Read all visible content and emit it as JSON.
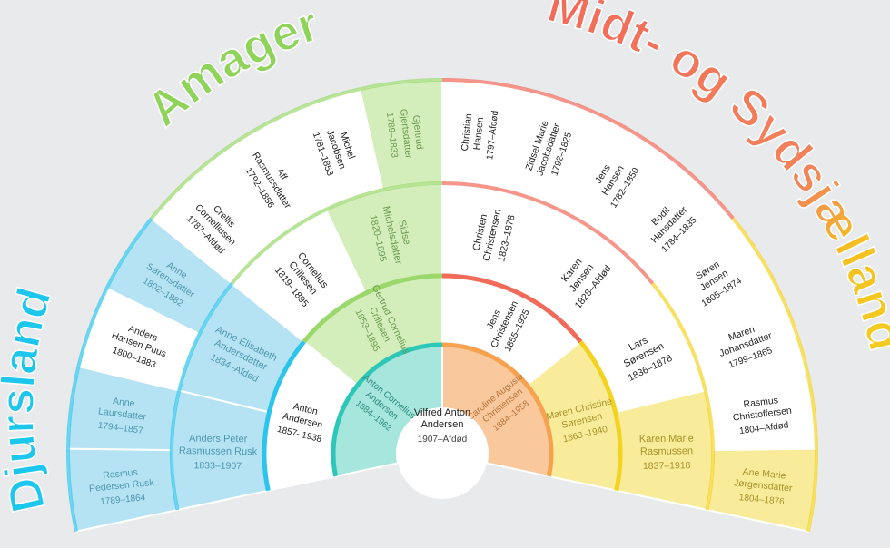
{
  "regions": [
    {
      "label": "Djursland",
      "color": "#1cc6ec"
    },
    {
      "label": "Amager",
      "color": "#8fd35a"
    },
    {
      "label": "Midt- og Sydsjælland",
      "color": "#f26a5a"
    },
    {
      "label": "Midt- og Sydsjælland",
      "color": "#f4d320"
    }
  ],
  "root": {
    "name": [
      "Vilfred Anton",
      "Andersen"
    ],
    "dates": "1907–Afdød"
  },
  "rings": [
    [
      {
        "name": [
          "Anton Cornelius",
          "Andersen"
        ],
        "dates": "1884–1962",
        "group": "teal",
        "muted": true
      },
      {
        "name": [
          "Caroline Augusta",
          "Christensen"
        ],
        "dates": "1884–1958",
        "group": "orange",
        "muted": true
      }
    ],
    [
      {
        "name": [
          "Anton",
          "Andersen"
        ],
        "dates": "1857–1938",
        "group": "blue",
        "muted": false
      },
      {
        "name": [
          "Gertrud Cornelius",
          "Crillesen"
        ],
        "dates": "1853–1895",
        "group": "green",
        "muted": true
      },
      {
        "name": [
          "Jens",
          "Christensen"
        ],
        "dates": "1855–1925",
        "group": "red",
        "muted": false
      },
      {
        "name": [
          "Maren Christine",
          "Sørensen"
        ],
        "dates": "1863–1940",
        "group": "yellow",
        "muted": true
      }
    ],
    [
      {
        "name": [
          "Anders Peter",
          "Rasmussen Rusk"
        ],
        "dates": "1833–1907",
        "group": "blue",
        "muted": true
      },
      {
        "name": [
          "Anne Elisabeth",
          "Andersdatter"
        ],
        "dates": "1834–Afdød",
        "group": "blue",
        "muted": true
      },
      {
        "name": [
          "Cornelius",
          "Crillesen"
        ],
        "dates": "1819–1895",
        "group": "green",
        "muted": false
      },
      {
        "name": [
          "Sidse",
          "Michelsdatter"
        ],
        "dates": "1820–1895",
        "group": "green",
        "muted": true
      },
      {
        "name": [
          "Christen",
          "Christensen"
        ],
        "dates": "1823–1878",
        "group": "red",
        "muted": false
      },
      {
        "name": [
          "Karen",
          "Jensen"
        ],
        "dates": "1828–Afdød",
        "group": "red",
        "muted": false
      },
      {
        "name": [
          "Lars",
          "Sørensen"
        ],
        "dates": "1836–1878",
        "group": "yellow",
        "muted": false
      },
      {
        "name": [
          "Karen Marie",
          "Rasmussen"
        ],
        "dates": "1837–1918",
        "group": "yellow",
        "muted": true
      }
    ],
    [
      {
        "name": [
          "Rasmus",
          "Pedersen Rusk"
        ],
        "dates": "1789–1864",
        "group": "blue",
        "muted": true
      },
      {
        "name": [
          "Anne",
          "Laursdatter"
        ],
        "dates": "1794–1857",
        "group": "blue",
        "muted": true
      },
      {
        "name": [
          "Anders",
          "Hansen Puus"
        ],
        "dates": "1800–1883",
        "group": "blue",
        "muted": false
      },
      {
        "name": [
          "Anne",
          "Sørensdatter"
        ],
        "dates": "1802–1882",
        "group": "blue",
        "muted": true
      },
      {
        "name": [
          "Crellis",
          "Cornelliusen"
        ],
        "dates": "1787–Afdød",
        "group": "green",
        "muted": false
      },
      {
        "name": [
          "Aff",
          "Rasmussdatter"
        ],
        "dates": "1792–1856",
        "group": "green",
        "muted": false
      },
      {
        "name": [
          "Michel",
          "Jacobsen"
        ],
        "dates": "1781–1853",
        "group": "green",
        "muted": false
      },
      {
        "name": [
          "Gjertrud",
          "Gjertsdatter"
        ],
        "dates": "1789–1833",
        "group": "green",
        "muted": true
      },
      {
        "name": [
          "Christian",
          "Hansen"
        ],
        "dates": "1797–Afdød",
        "group": "red",
        "muted": false
      },
      {
        "name": [
          "Zidsel Marie",
          "Jacobsdatter"
        ],
        "dates": "1792–1825",
        "group": "red",
        "muted": false
      },
      {
        "name": [
          "Jens",
          "Hansen"
        ],
        "dates": "1782–1850",
        "group": "red",
        "muted": false
      },
      {
        "name": [
          "Bodil",
          "Hansdatter"
        ],
        "dates": "1784–1835",
        "group": "red",
        "muted": false
      },
      {
        "name": [
          "Søren",
          "Jensen"
        ],
        "dates": "1805–1874",
        "group": "yellow",
        "muted": false
      },
      {
        "name": [
          "Maren",
          "Johansdatter"
        ],
        "dates": "1799–1865",
        "group": "yellow",
        "muted": false
      },
      {
        "name": [
          "Rasmus",
          "Christoffersen"
        ],
        "dates": "1804–Afdød",
        "group": "yellow",
        "muted": false
      },
      {
        "name": [
          "Ane Marie",
          "Jørgensdatter"
        ],
        "dates": "1804–1876",
        "group": "yellow",
        "muted": true
      }
    ]
  ],
  "palette": {
    "teal": {
      "fill": "#a6e6dc",
      "stroke": "#2cc7b8",
      "text": "#2c8a80"
    },
    "orange": {
      "fill": "#f9c89c",
      "stroke": "#f7a24f",
      "text": "#b8733a"
    },
    "blue": {
      "fill": "#b5e3f3",
      "stroke": "#2cc4ec",
      "text": "#4d97b0"
    },
    "green": {
      "fill": "#d3eebb",
      "stroke": "#9ad86c",
      "text": "#6a9a50"
    },
    "red": {
      "fill": "#f8c4bd",
      "stroke": "#f26a5a",
      "text": "#b06a60"
    },
    "yellow": {
      "fill": "#f8eb9a",
      "stroke": "#f4d320",
      "text": "#a8922a"
    },
    "white": "#ffffff",
    "text_dark": "#222222"
  }
}
